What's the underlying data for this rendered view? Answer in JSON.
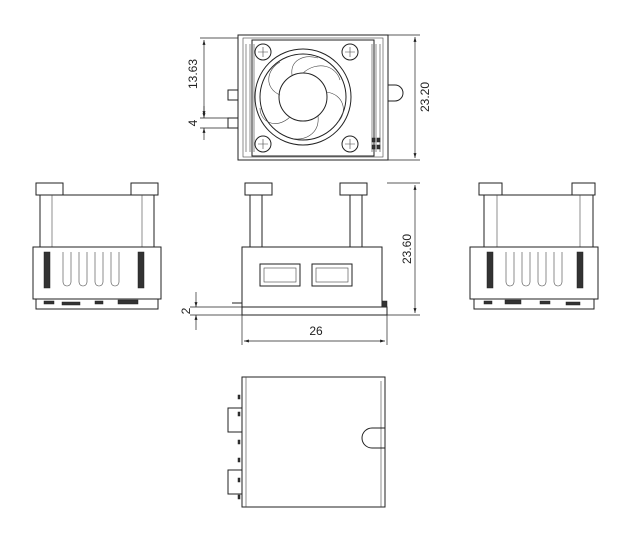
{
  "dimensions": {
    "fan_offset": "13.63",
    "slot_spacing": "4",
    "height_top": "23.20",
    "height_front": "23.60",
    "base_thickness": "2",
    "width": "26"
  }
}
